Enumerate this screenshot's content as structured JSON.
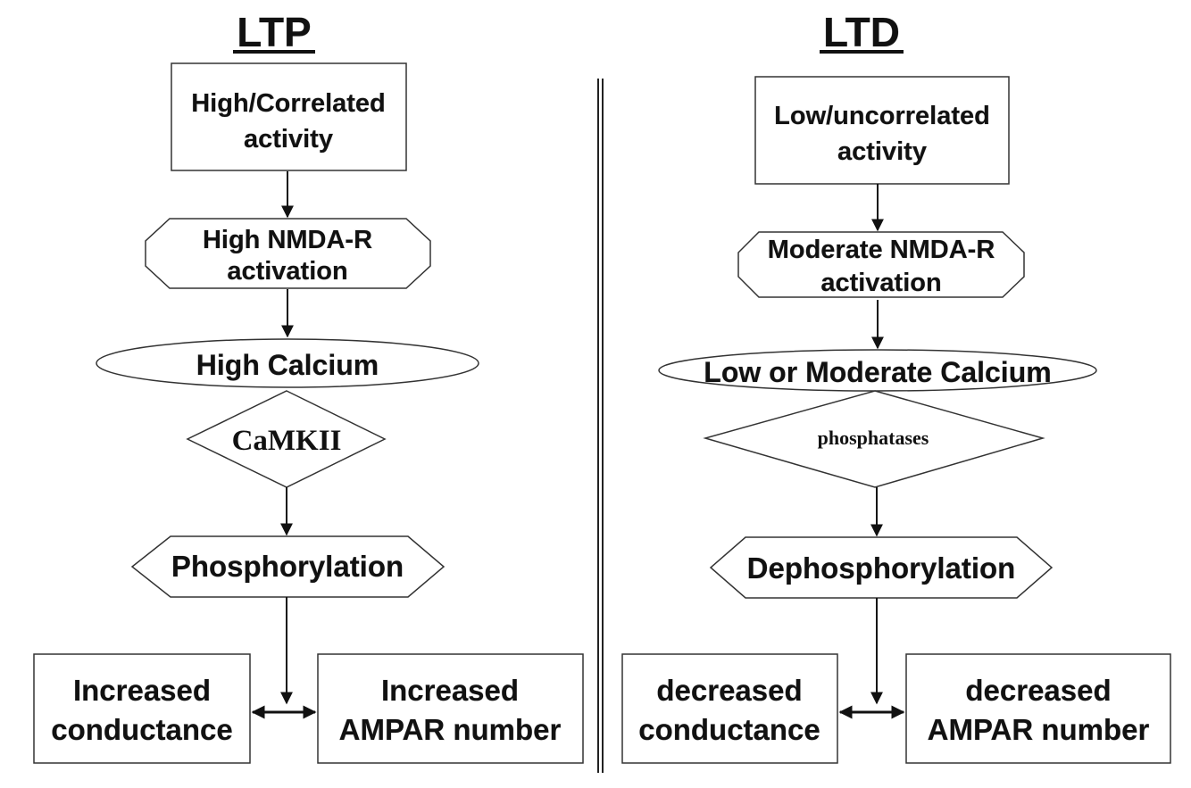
{
  "ltp": {
    "title": "LTP",
    "activity": [
      "High/Correlated",
      "activity"
    ],
    "nmda": [
      "High NMDA-R",
      "activation"
    ],
    "calcium": "High Calcium",
    "enzyme": "CaMKII",
    "process": "Phosphorylation",
    "left_result": [
      "Increased",
      "conductance"
    ],
    "right_result": [
      "Increased",
      "AMPAR number"
    ]
  },
  "ltd": {
    "title": "LTD",
    "activity": [
      "Low/uncorrelated",
      "activity"
    ],
    "nmda": [
      "Moderate NMDA-R",
      "activation"
    ],
    "calcium": "Low or Moderate Calcium",
    "enzyme": "phosphatases",
    "process": "Dephosphorylation",
    "left_result": [
      "decreased",
      "conductance"
    ],
    "right_result": [
      "decreased",
      "AMPAR number"
    ]
  }
}
